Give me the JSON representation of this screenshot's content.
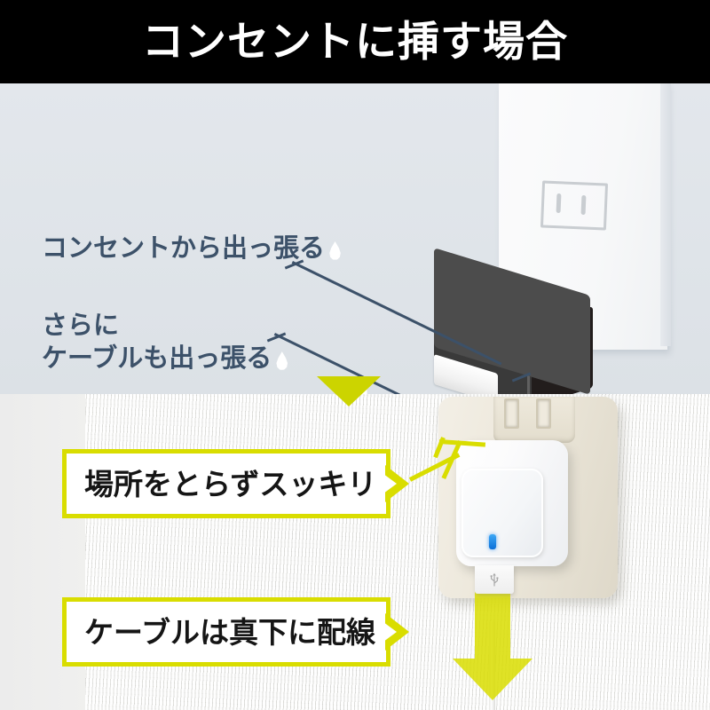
{
  "header": {
    "title": "コンセントに挿す場合"
  },
  "top_panel": {
    "background_color": "#e0e5ea",
    "captions": [
      {
        "id": "caption-protrudes-from-outlet",
        "text": "コンセントから出っ張る",
        "has_sweat_drop": true
      },
      {
        "id": "caption-cable-also-protrudes-line1",
        "text": "さらに",
        "has_sweat_drop": false
      },
      {
        "id": "caption-cable-also-protrudes-line2",
        "text": "ケーブルも出っ張る",
        "has_sweat_drop": true
      }
    ],
    "caption_color": "#3c5169",
    "illustration": {
      "name": "bulky-ac-adapter-illustration",
      "adapter_color": "#4c4c4c",
      "wall_plate_color": "#f7f8f9",
      "socket_outline_color": "#c9cdd1",
      "cable_color": "#ffffff",
      "dimension_line_color": "#3c5169"
    }
  },
  "divider": {
    "arrow_color": "#ccd400",
    "direction": "down"
  },
  "bottom_panel": {
    "background_color": "#f2f2f0",
    "callouts": [
      {
        "id": "callout-saves-space",
        "text": "場所をとらずスッキリ！"
      },
      {
        "id": "callout-cable-routed-straight-down",
        "text": "ケーブルは真下に配線"
      }
    ],
    "callout_border_color": "#d9dd00",
    "callout_text_color": "#151515",
    "photo": {
      "name": "compact-usb-charger-in-outlet-photo",
      "charger_color": "#ffffff",
      "led_color": "#0b6fd8",
      "outlet_plate_color": "#ece7da",
      "arrow_color": "#d9dd00",
      "usb_port_label": "usb-icon"
    }
  }
}
